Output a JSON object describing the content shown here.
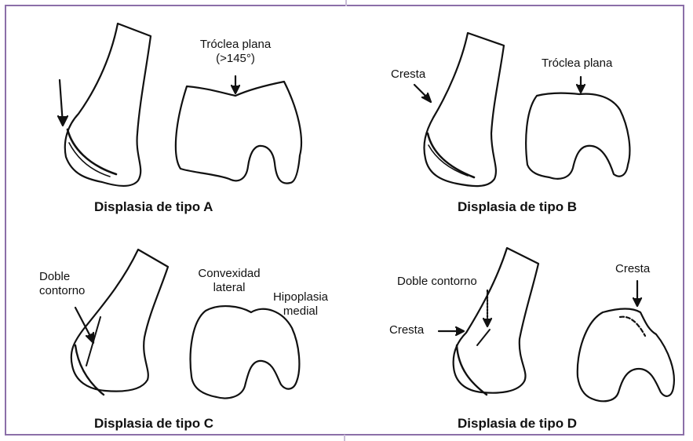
{
  "panels": [
    {
      "id": "A",
      "caption": "Displasia de tipo A",
      "labels": [
        "Tróclea plana",
        "(>145°)"
      ]
    },
    {
      "id": "B",
      "caption": "Displasia de tipo B",
      "labels": [
        "Cresta",
        "Tróclea plana"
      ]
    },
    {
      "id": "C",
      "caption": "Displasia de tipo C",
      "labels": [
        "Doble",
        "contorno",
        "Convexidad",
        "lateral",
        "Hipoplasia",
        "medial"
      ]
    },
    {
      "id": "D",
      "caption": "Displasia de tipo D",
      "labels": [
        "Doble contorno",
        "Cresta",
        "Cresta"
      ]
    }
  ],
  "colors": {
    "border": "#8b6fa8",
    "stroke": "#111111"
  }
}
